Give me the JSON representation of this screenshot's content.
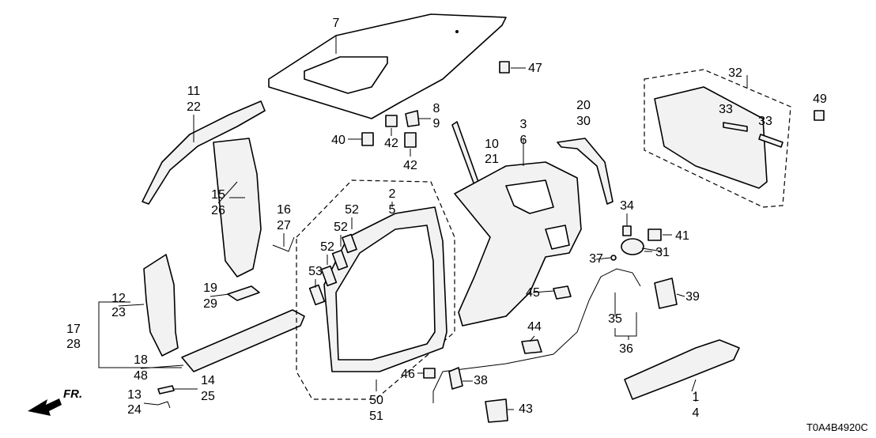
{
  "diagram": {
    "code": "T0A4B4920C",
    "front_label": "FR.",
    "callouts": {
      "c1": "1",
      "c2": "2",
      "c3": "3",
      "c4": "4",
      "c5": "5",
      "c6": "6",
      "c7": "7",
      "c8": "8",
      "c9": "9",
      "c10": "10",
      "c11": "11",
      "c12": "12",
      "c13": "13",
      "c14": "14",
      "c15": "15",
      "c16": "16",
      "c17": "17",
      "c18": "18",
      "c19": "19",
      "c20": "20",
      "c21": "21",
      "c22": "22",
      "c23": "23",
      "c24": "24",
      "c25": "25",
      "c26": "26",
      "c27": "27",
      "c28": "28",
      "c29": "29",
      "c30": "30",
      "c31": "31",
      "c32": "32",
      "c33a": "33",
      "c33b": "33",
      "c34": "34",
      "c35": "35",
      "c36": "36",
      "c37": "37",
      "c38": "38",
      "c39": "39",
      "c40": "40",
      "c41": "41",
      "c42a": "42",
      "c42b": "42",
      "c43": "43",
      "c44": "44",
      "c45": "45",
      "c46": "46",
      "c47": "47",
      "c48": "48",
      "c49": "49",
      "c50": "50",
      "c51": "51",
      "c52a": "52",
      "c52b": "52",
      "c52c": "52",
      "c53": "53"
    }
  }
}
